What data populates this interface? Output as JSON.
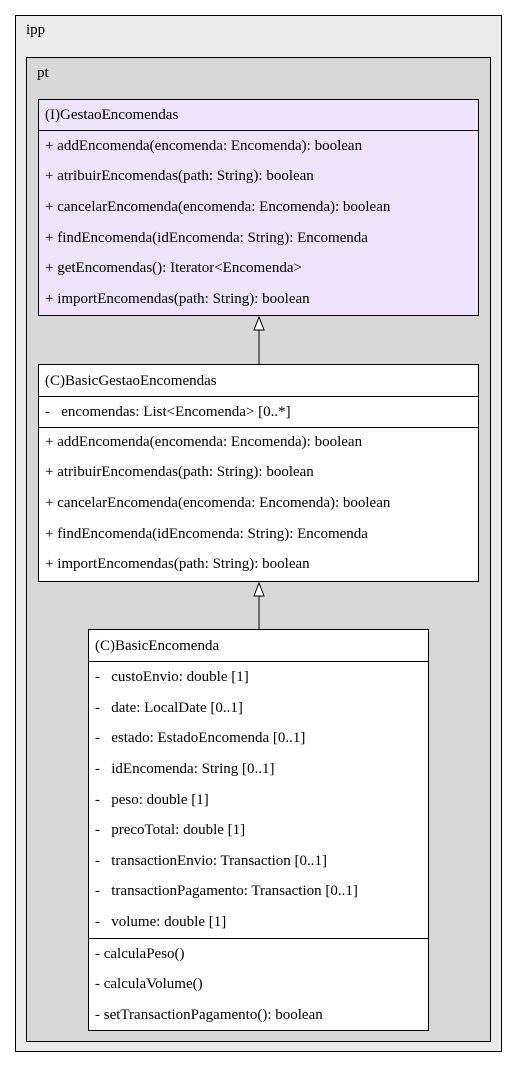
{
  "packages": {
    "outer": "ipp",
    "inner": "pt"
  },
  "classes": [
    {
      "name": "(I)GestaoEncomendas",
      "kind": "interface",
      "attributes": [],
      "methods": [
        "+ addEncomenda(encomenda: Encomenda): boolean",
        "+ atribuirEncomendas(path: String): boolean",
        "+ cancelarEncomenda(encomenda: Encomenda): boolean",
        "+ findEncomenda(idEncomenda: String): Encomenda",
        "+ getEncomendas(): Iterator<Encomenda>",
        "+ importEncomendas(path: String): boolean"
      ]
    },
    {
      "name": "(C)BasicGestaoEncomendas",
      "kind": "class",
      "attributes": [
        "-   encomendas: List<Encomenda> [0..*]"
      ],
      "methods": [
        "+ addEncomenda(encomenda: Encomenda): boolean",
        "+ atribuirEncomendas(path: String): boolean",
        "+ cancelarEncomenda(encomenda: Encomenda): boolean",
        "+ findEncomenda(idEncomenda: String): Encomenda",
        "+ importEncomendas(path: String): boolean"
      ]
    },
    {
      "name": "(C)BasicEncomenda",
      "kind": "class",
      "attributes": [
        "-   custoEnvio: double [1]",
        "-   date: LocalDate [0..1]",
        "-   estado: EstadoEncomenda [0..1]",
        "-   idEncomenda: String [0..1]",
        "-   peso: double [1]",
        "-   precoTotal: double [1]",
        "-   transactionEnvio: Transaction [0..1]",
        "-   transactionPagamento: Transaction [0..1]",
        "-   volume: double [1]"
      ],
      "methods": [
        "- calculaPeso()",
        "- calculaVolume()",
        "- setTransactionPagamento(): boolean"
      ]
    }
  ],
  "relations": [
    {
      "from": "(C)BasicGestaoEncomendas",
      "to": "(I)GestaoEncomendas",
      "type": "realization"
    },
    {
      "from": "(C)BasicEncomenda",
      "to": "(C)BasicGestaoEncomendas",
      "type": "generalization"
    }
  ],
  "colors": {
    "outer_package": "#ebebeb",
    "inner_package": "#d7d7d7",
    "interface_fill": "#ede3fb",
    "class_fill": "#ffffff",
    "line": "#000000"
  }
}
